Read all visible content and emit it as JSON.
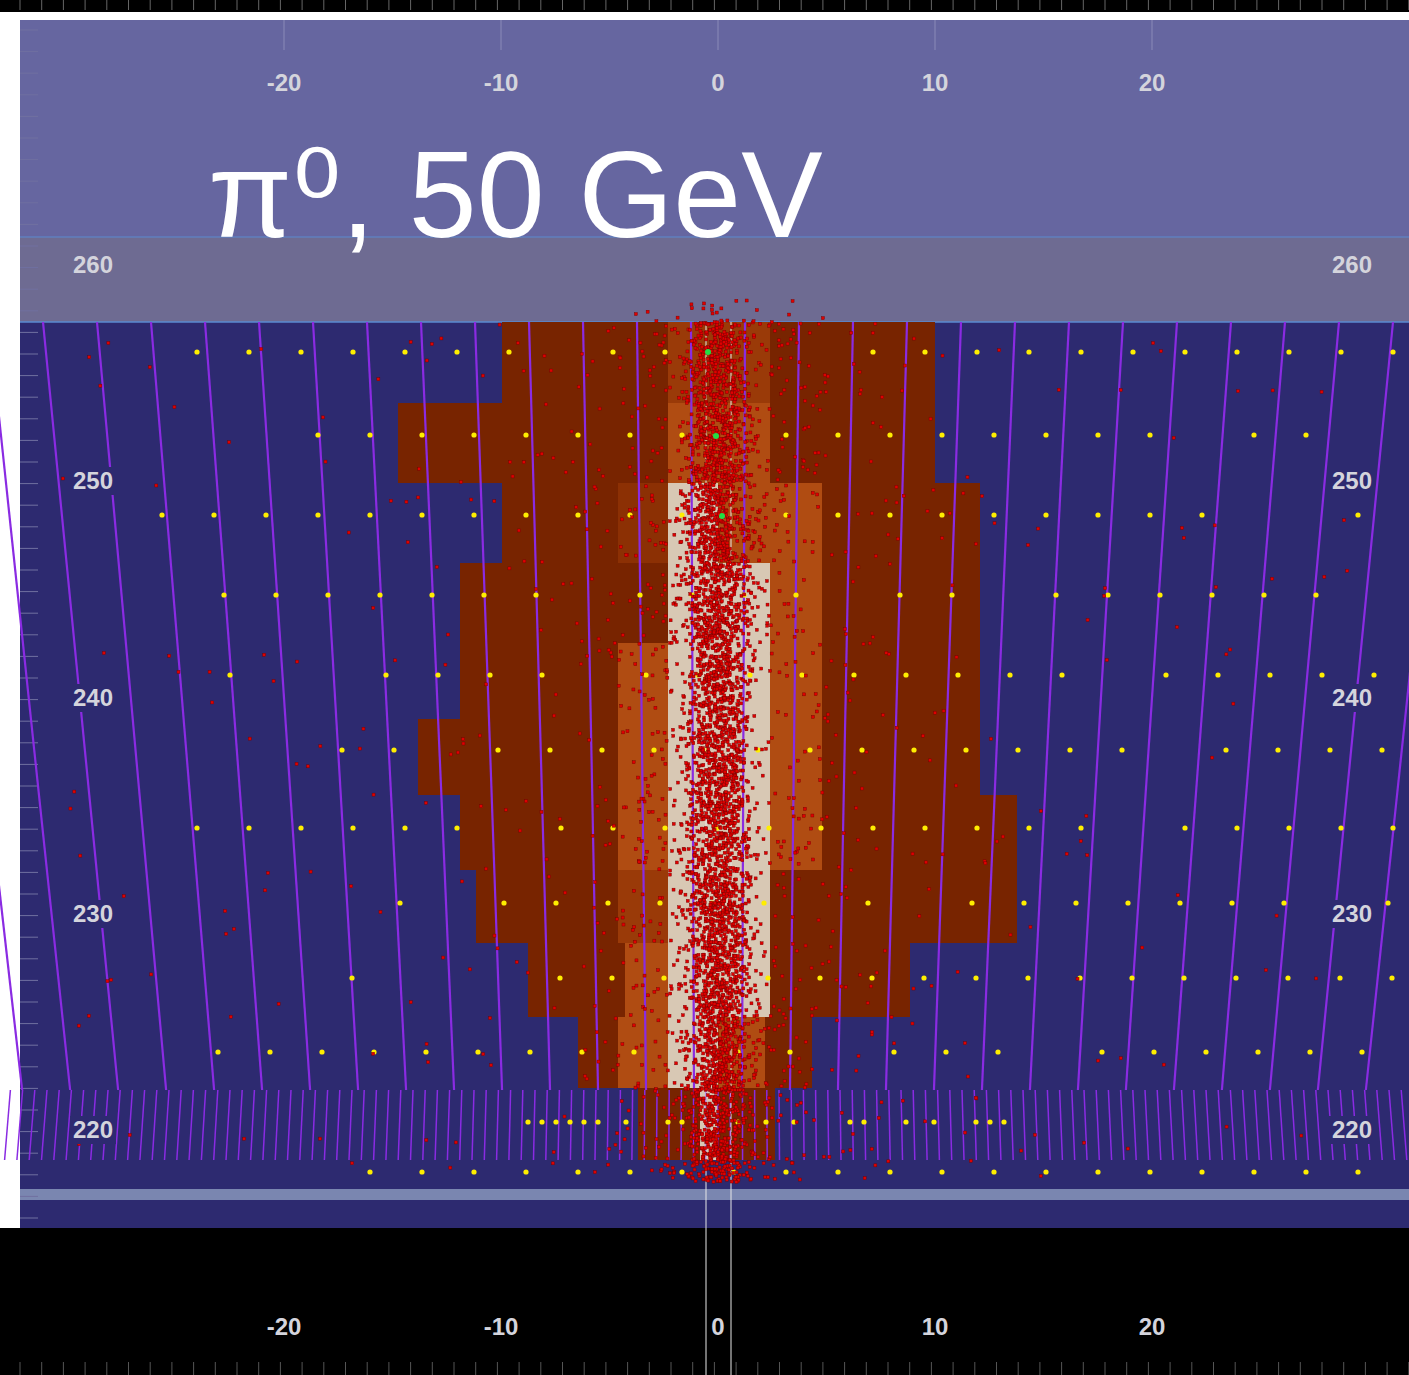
{
  "diagram": {
    "title": "π⁰, 50 GeV",
    "labels": [
      "-20",
      "-10",
      "0",
      "10",
      "20",
      "260",
      "260",
      "250",
      "250",
      "240",
      "240",
      "230",
      "230",
      "220",
      "220",
      "-20",
      "-10",
      "0",
      "10",
      "20"
    ]
  }
}
